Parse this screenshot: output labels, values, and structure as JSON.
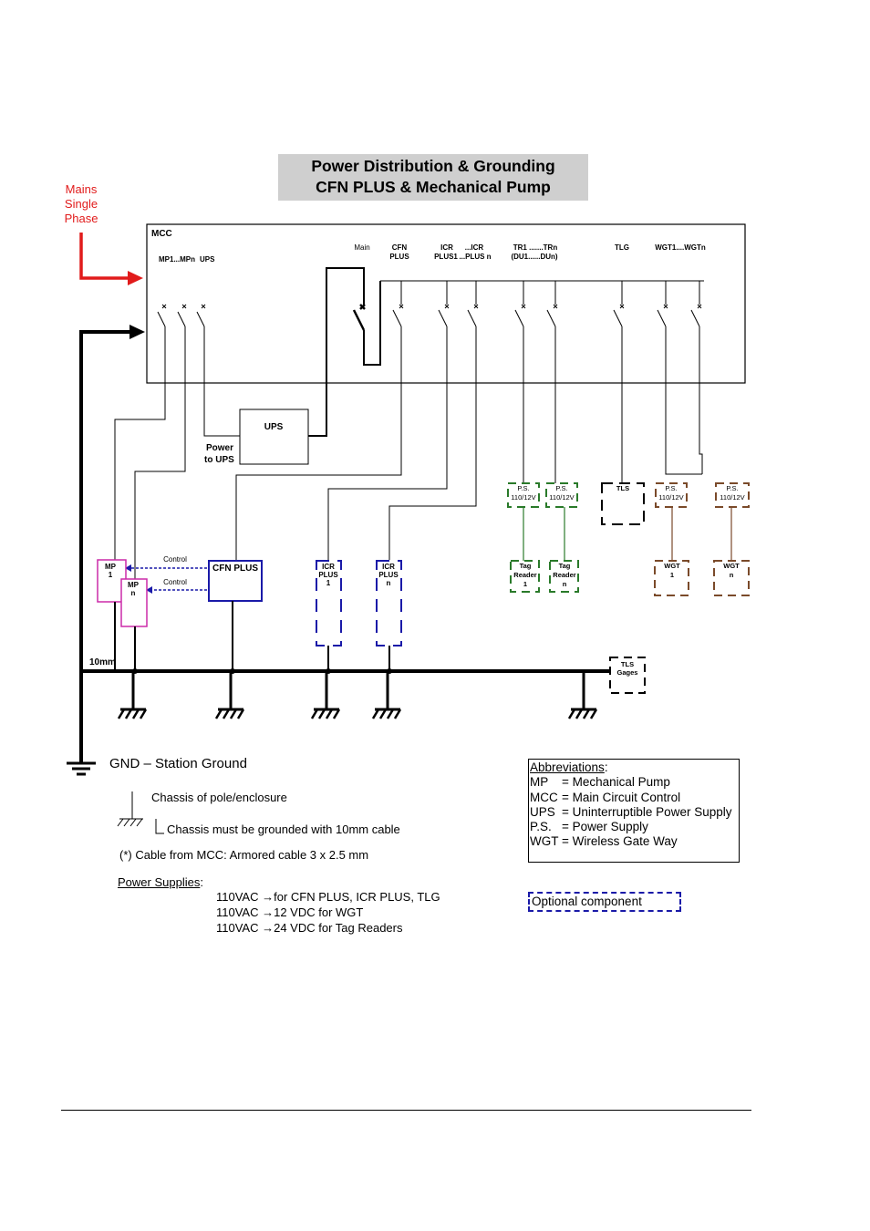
{
  "title": {
    "line1": "Power Distribution & Grounding",
    "line2": "CFN PLUS & Mechanical Pump"
  },
  "mains": [
    "Mains",
    "Single",
    "Phase"
  ],
  "mcc": {
    "label": "MCC",
    "breaker_labels": {
      "mp": "MP1...MPn",
      "ups": "UPS",
      "main": "Main",
      "cfn_1": "CFN",
      "cfn_2": "PLUS",
      "icr1_1": "ICR",
      "icr1_2": "PLUS1",
      "icrn_1": "...ICR",
      "icrn_2": "...PLUS n",
      "tr_1": "TR1 .......TRn",
      "tr_2": "(DU1......DUn)",
      "tlg": "TLG",
      "wgt": "WGT1....WGTn"
    }
  },
  "ups_box": "UPS",
  "power_to_ups": [
    "Power",
    "to UPS"
  ],
  "cfn_box": "CFN PLUS",
  "control_labels": [
    "Control",
    "Control"
  ],
  "mp_boxes": {
    "mp1": [
      "MP",
      "1"
    ],
    "mpn": [
      "MP",
      "n"
    ]
  },
  "icr_boxes": {
    "icr1": [
      "ICR",
      "PLUS",
      "1"
    ],
    "icrn": [
      "ICR",
      "PLUS",
      "n"
    ]
  },
  "ps_boxes": {
    "ps1": [
      "P.S.",
      "110/12V"
    ],
    "ps2": [
      "P.S.",
      "110/12V"
    ],
    "ps3": [
      "P.S.",
      "110/12V"
    ],
    "ps4": [
      "P.S.",
      "110/12V"
    ]
  },
  "tag_readers": {
    "tr1": [
      "Tag",
      "Reader",
      "1"
    ],
    "trn": [
      "Tag",
      "Reader",
      "n"
    ]
  },
  "tls_box": "TLS",
  "wgt_boxes": {
    "wgt1": [
      "WGT",
      "1"
    ],
    "wgtn": [
      "WGT",
      "n"
    ]
  },
  "tls_gages": [
    "TLS",
    "Gages"
  ],
  "bus_label": "10mm",
  "legend": {
    "gnd": "GND – Station Ground",
    "chassis": "Chassis of pole/enclosure",
    "chassis_note": "Chassis must be grounded with 10mm cable",
    "cable_note": "(*) Cable from MCC: Armored cable 3 x 2.5 mm",
    "power_supplies_title": "Power Supplies",
    "power_supplies_colon": ":",
    "power_supplies": [
      "110VAC →for CFN PLUS, ICR PLUS, TLG",
      "110VAC →12 VDC for WGT",
      "110VAC →24 VDC for Tag Readers"
    ]
  },
  "abbreviations": {
    "title": "Abbreviations",
    "colon": ":",
    "items": [
      {
        "key": "MP",
        "text": "= Mechanical Pump"
      },
      {
        "key": "MCC",
        "text": "= Main Circuit Control"
      },
      {
        "key": "UPS",
        "text": "= Uninterruptible Power Supply"
      },
      {
        "key": "P.S.",
        "text": "= Power Supply"
      },
      {
        "key": "WGT",
        "text": "= Wireless Gate Way"
      }
    ]
  },
  "optional_component": "Optional component",
  "colors": {
    "mains_red": "#e11b1b",
    "title_gray": "#cfcfcf",
    "blue": "#1a1aa8",
    "magenta": "#cc2aa8",
    "green": "#2a7a2a",
    "brown": "#7a4a2a",
    "black": "#000000"
  }
}
